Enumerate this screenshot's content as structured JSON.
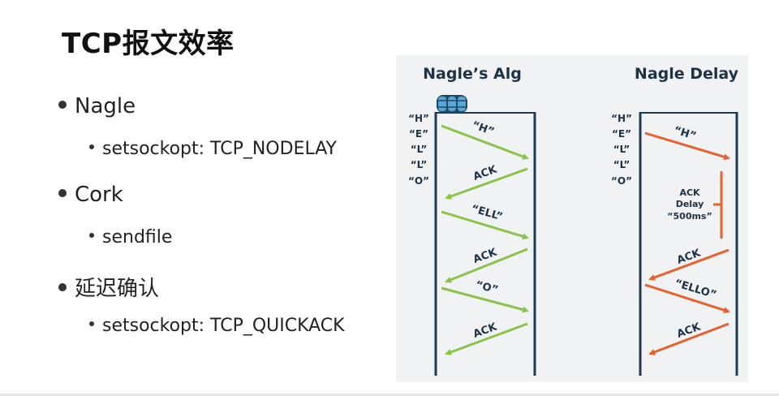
{
  "title": "TCP报文效率",
  "bullets": [
    {
      "label": "Nagle",
      "sub": "setsockopt: TCP_NODELAY"
    },
    {
      "label": "Cork",
      "sub": "sendfile"
    },
    {
      "label": "延迟确认",
      "sub": "setsockopt: TCP_QUICKACK"
    }
  ],
  "diagram": {
    "left_title": "Nagle’s Alg",
    "right_title": "Nagle Delay",
    "chars": [
      "“H”",
      "“E”",
      "“L”",
      "“L”",
      "“O”"
    ],
    "left_msgs": [
      "“H”",
      "ACK",
      "“ELL”",
      "ACK",
      "“O”",
      "ACK"
    ],
    "right_msgs": [
      "“H”",
      "ACK",
      "“ELLO”",
      "ACK"
    ],
    "delay_label": [
      "ACK",
      "Delay",
      "“500ms”"
    ],
    "colors": {
      "green": "#8bc34a",
      "orange": "#e8602c",
      "line": "#1e3a50",
      "text": "#1e3246"
    }
  }
}
